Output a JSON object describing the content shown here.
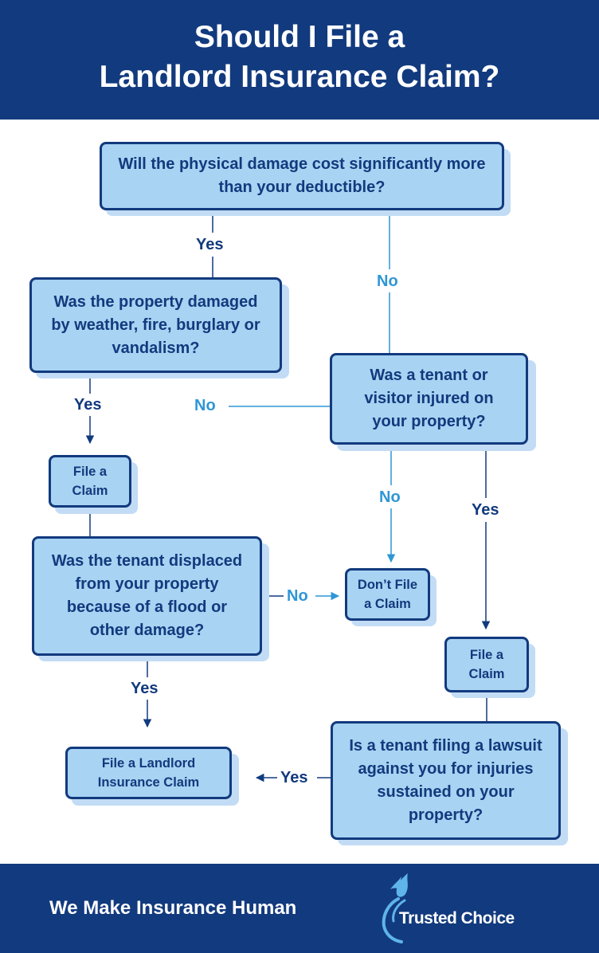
{
  "title": {
    "line1": "Should I File a",
    "line2": "Landlord Insurance Claim?"
  },
  "nodes": {
    "q1": "Will the physical damage cost significantly more than your deductible?",
    "q2": "Was the property damaged by weather, fire, burglary or vandalism?",
    "q3": "Was a tenant or visitor injured on your property?",
    "file_claim_1": "File a Claim",
    "q4": "Was the tenant displaced from your property because of a flood or other damage?",
    "dont_file": "Don’t File a Claim",
    "file_claim_2": "File a Claim",
    "q5": "Is a tenant filing a lawsuit against you for injuries sustained on your property?",
    "file_landlord": "File a Landlord Insurance Claim"
  },
  "edges": {
    "q1_yes": "Yes",
    "q1_no": "No",
    "q2_yes": "Yes",
    "q2_no": "No",
    "q3_no": "No",
    "q3_yes": "Yes",
    "q4_no": "No",
    "q4_yes": "Yes",
    "q5_yes": "Yes"
  },
  "footer": {
    "tagline": "We Make Insurance Human",
    "brand": "Trusted Choice"
  },
  "colors": {
    "navy": "#123a7e",
    "box_fill": "#a8d3f2",
    "shadow": "#c2dcf5",
    "no_blue": "#2f96d6"
  }
}
